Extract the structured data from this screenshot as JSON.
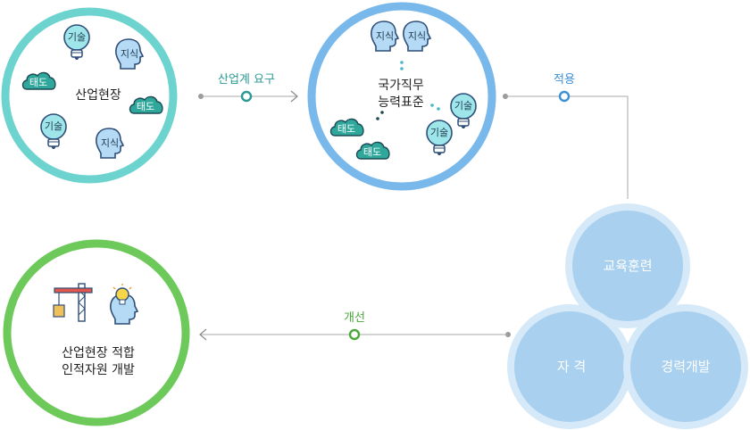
{
  "circles": {
    "field": {
      "label": "산업현장"
    },
    "ncs": {
      "line1": "국가직무",
      "line2": "능력표준"
    },
    "result": {
      "line1": "산업현장 적합",
      "line2": "인적자원 개발"
    }
  },
  "icons": {
    "skill": "기술",
    "knowledge": "지식",
    "attitude": "태도"
  },
  "connectors": {
    "industry_request": "산업계 요구",
    "apply": "적용",
    "improve": "개선"
  },
  "triad": {
    "training": "교육훈련",
    "qualification": "자 격",
    "career": "경력개발"
  },
  "colors": {
    "teal": "#6dd3cf",
    "blue": "#79b8ea",
    "green": "#6cc95a",
    "label_teal": "#2a9a92",
    "label_blue": "#3f8fd6",
    "label_green": "#4aa83a",
    "triad_fill": "#a9d1ef",
    "triad_ring": "#d6e9f8"
  }
}
